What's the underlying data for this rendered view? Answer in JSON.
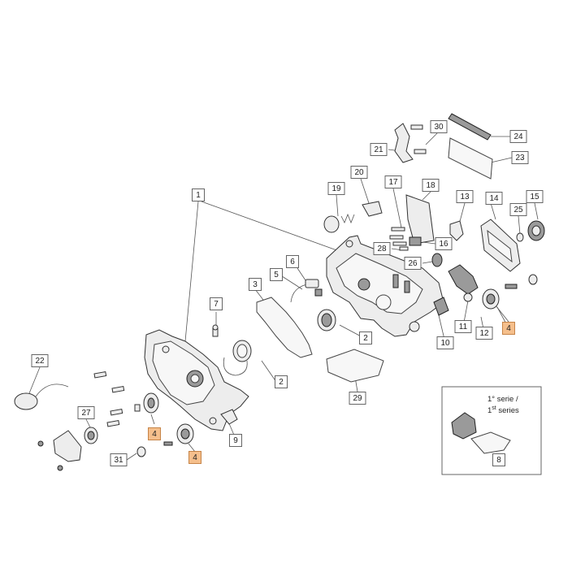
{
  "diagram": {
    "callouts": [
      {
        "id": "c1",
        "label": "1",
        "highlight": false
      },
      {
        "id": "c2a",
        "label": "2",
        "highlight": false
      },
      {
        "id": "c2b",
        "label": "2",
        "highlight": false
      },
      {
        "id": "c3",
        "label": "3",
        "highlight": false
      },
      {
        "id": "c4a",
        "label": "4",
        "highlight": true
      },
      {
        "id": "c4b",
        "label": "4",
        "highlight": true
      },
      {
        "id": "c4c",
        "label": "4",
        "highlight": true
      },
      {
        "id": "c5",
        "label": "5",
        "highlight": false
      },
      {
        "id": "c6",
        "label": "6",
        "highlight": false
      },
      {
        "id": "c7",
        "label": "7",
        "highlight": false
      },
      {
        "id": "c8",
        "label": "8",
        "highlight": false
      },
      {
        "id": "c9",
        "label": "9",
        "highlight": false
      },
      {
        "id": "c10",
        "label": "10",
        "highlight": false
      },
      {
        "id": "c11",
        "label": "11",
        "highlight": false
      },
      {
        "id": "c12",
        "label": "12",
        "highlight": false
      },
      {
        "id": "c13",
        "label": "13",
        "highlight": false
      },
      {
        "id": "c14",
        "label": "14",
        "highlight": false
      },
      {
        "id": "c15",
        "label": "15",
        "highlight": false
      },
      {
        "id": "c16",
        "label": "16",
        "highlight": false
      },
      {
        "id": "c17",
        "label": "17",
        "highlight": false
      },
      {
        "id": "c18",
        "label": "18",
        "highlight": false
      },
      {
        "id": "c19",
        "label": "19",
        "highlight": false
      },
      {
        "id": "c20",
        "label": "20",
        "highlight": false
      },
      {
        "id": "c21",
        "label": "21",
        "highlight": false
      },
      {
        "id": "c22",
        "label": "22",
        "highlight": false
      },
      {
        "id": "c23",
        "label": "23",
        "highlight": false
      },
      {
        "id": "c24",
        "label": "24",
        "highlight": false
      },
      {
        "id": "c25",
        "label": "25",
        "highlight": false
      },
      {
        "id": "c26",
        "label": "26",
        "highlight": false
      },
      {
        "id": "c27",
        "label": "27",
        "highlight": false
      },
      {
        "id": "c28",
        "label": "28",
        "highlight": false
      },
      {
        "id": "c29",
        "label": "29",
        "highlight": false
      },
      {
        "id": "c30",
        "label": "30",
        "highlight": false
      },
      {
        "id": "c31",
        "label": "31",
        "highlight": false
      }
    ],
    "inset": {
      "line1": "1° serie /",
      "line2_prefix": "1",
      "line2_sup": "st",
      "line2_suffix": " series"
    },
    "colors": {
      "highlight_fill": "#f5bf8c",
      "highlight_stroke": "#c07a3a",
      "line": "#555555"
    }
  }
}
